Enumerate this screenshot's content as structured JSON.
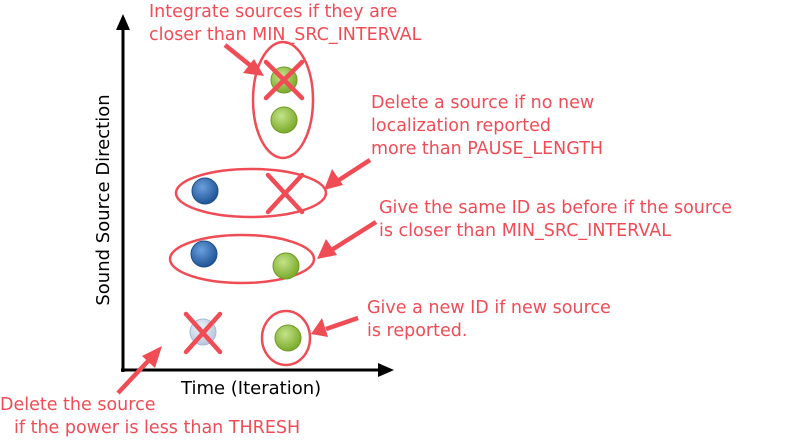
{
  "colors": {
    "annotation": "#ef4c55",
    "axis": "#000000",
    "blue_source": "#2f6fb6",
    "green_source": "#92c23e",
    "ghost_source": "#c8d6ea"
  },
  "axes": {
    "x_label": "Time (Iteration)",
    "y_label": "Sound Source Direction"
  },
  "annotations": {
    "integrate": {
      "line1": "Integrate sources if they are",
      "line2": "closer than MIN_SRC_INTERVAL"
    },
    "delete_pause": {
      "line1": "Delete a source if no new",
      "line2": "localization reported",
      "line3": "more than PAUSE_LENGTH"
    },
    "same_id": {
      "line1": "Give the same ID as before if the source",
      "line2": "is closer than MIN_SRC_INTERVAL"
    },
    "new_id": {
      "line1": "Give a new ID if new source",
      "line2": "is reported."
    },
    "delete_power": {
      "line1": "Delete the source",
      "line2": "if the power is less than THRESH"
    }
  },
  "sources": [
    {
      "id": "src-integrate-top",
      "color": "green_source",
      "crossed": true
    },
    {
      "id": "src-integrate-bottom",
      "color": "green_source",
      "crossed": false
    },
    {
      "id": "src-pause-blue",
      "color": "blue_source",
      "crossed": false
    },
    {
      "id": "src-pause-deleted",
      "color": "none",
      "crossed": true
    },
    {
      "id": "src-same-blue",
      "color": "blue_source",
      "crossed": false
    },
    {
      "id": "src-same-green",
      "color": "green_source",
      "crossed": false
    },
    {
      "id": "src-thresh-ghost",
      "color": "ghost_source",
      "crossed": true
    },
    {
      "id": "src-new-green",
      "color": "green_source",
      "crossed": false
    }
  ]
}
